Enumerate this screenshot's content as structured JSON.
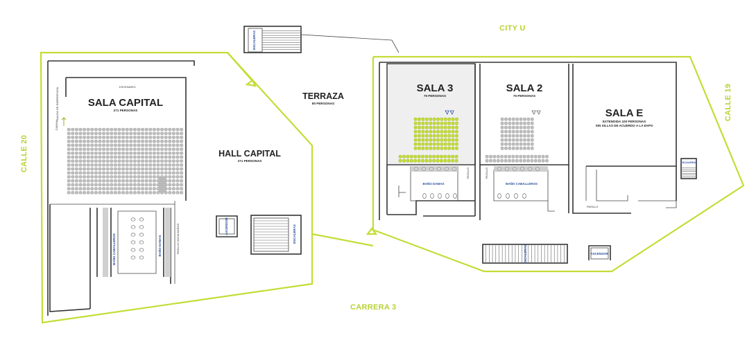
{
  "streets": {
    "city_u": "CITY U",
    "calle_20": "CALLE 20",
    "calle_19": "CALLE 19",
    "carrera_3": "CARRERA 3"
  },
  "rooms": {
    "sala_capital": {
      "title": "SALA CAPITAL",
      "capacity": "271 PERSONAS"
    },
    "hall_capital": {
      "title": "HALL CAPITAL",
      "capacity": "271 PERSONAS"
    },
    "terraza": {
      "title": "TERRAZA",
      "capacity": "80 PERSONAS"
    },
    "sala_3": {
      "title": "SALA 3",
      "capacity": "75 PERSONAS"
    },
    "sala_2": {
      "title": "SALA 2",
      "capacity": "75 PERSONAS"
    },
    "sala_e": {
      "title": "SALA E",
      "capacity_line1": "EXTENDIDA 100 PERSONAS",
      "capacity_line2": "SIN SILLAS DE ACUERDO A LA EXPO"
    }
  },
  "labels": {
    "escenario": "ESCENARIO",
    "salida_emergencia": "SALIDA DE EMERGENCIA",
    "cabina": "CABINA",
    "bano_caballeros_left": "BAÑO CABALLEROS",
    "bano_damas_left": "BAÑO DAMAS",
    "pasillo_hacia_bano": "PASILLO HACIA BAÑOS",
    "bano_damas_sala3": "BAÑO DAMAS",
    "bano_caballeros_sala2": "BAÑO CABALLEROS",
    "pasillo_1": "PASILLO",
    "pasillo_2": "PASILLO",
    "pasillo_3": "PASILLO",
    "ascensor_left": "ASCENSOR",
    "ascensor_right": "ASCENSOR",
    "escaleras_top": "ESCALERAS",
    "escaleras_hall": "ESCALERAS",
    "escaleras_bottom": "ESCALERAS",
    "escaleras_right": "ESCALERAS"
  },
  "colors": {
    "accent_green": "#c4dc35",
    "seat_grey": "#bdbdbd",
    "wall": "#333333",
    "label_blue": "#2a4fa0",
    "sala3_fill": "#efefef"
  },
  "seating": {
    "sala_capital_rows": 17,
    "sala_capital_cols": 30,
    "sala_3_rows": 8,
    "sala_3_cols": 12,
    "sala_2_rows": 8,
    "sala_2_cols": 9
  }
}
